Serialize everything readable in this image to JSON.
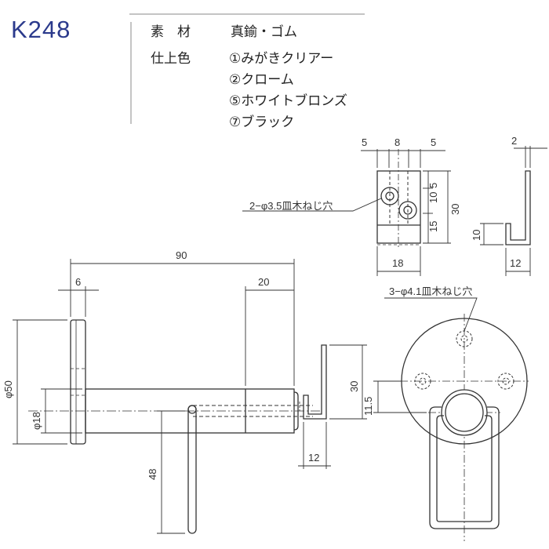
{
  "header": {
    "model": "K248",
    "material_label": "素　材",
    "material_value": "真鍮・ゴム",
    "finish_label": "仕上色",
    "finishes": [
      "①みがきクリアー",
      "②クローム",
      "⑤ホワイトブロンズ",
      "⑦ブラック"
    ]
  },
  "dims": {
    "top_w1": "5",
    "top_w2": "8",
    "top_w3": "5",
    "top_right": "2",
    "front_v1": "5",
    "front_v2": "10",
    "front_v3": "15",
    "front_total": "30",
    "hook_h": "10",
    "front_w": "18",
    "side_w": "12",
    "hole2_note": "2−φ3.5皿木ねじ穴",
    "hole3_note": "3−φ4.1皿木ねじ穴",
    "len_total": "90",
    "flange_t": "6",
    "tip_len": "20",
    "dia_base": "φ50",
    "dia_rod": "φ18",
    "hook_height": "30",
    "hook_width": "12",
    "pin_len": "48",
    "center_off": "11.5"
  }
}
